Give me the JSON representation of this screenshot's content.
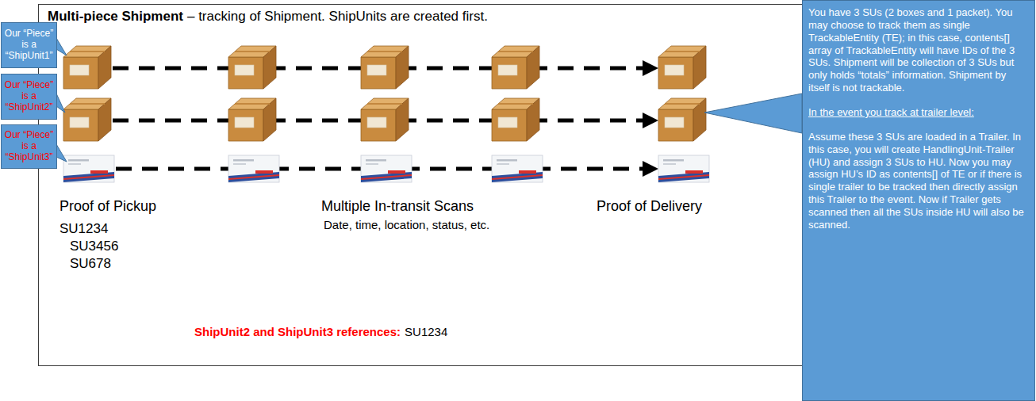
{
  "diagram": {
    "title": "Multi-piece Shipment",
    "nodes": [
      {
        "text": [
          "Our “Piece” is a “ShipUnit1”"
        ]
      },
      {
        "text": [
          "Our “Piece” is a “ShipUnit2”"
        ]
      },
      {
        "text": [
          "Our “Piece” is a “ShipUnit3”"
        ]
      },
      {
        "text": [
          "You have 3 SUs (2 boxes and 1 packet).  You may choose to track them as single TrackableEntity (TE); in this case, contents[] array of TrackableEntity will have IDs of the 3 SUs.  Shipment will be collection of 3 SUs but only holds “totals” information.  Shipment by itself is not trackable.",
          "In the event you track at trailer level:",
          "Assume these 3 SUs are loaded in a Trailer.  In this case,  you will create HandlingUnit-Trailer (HU) and assign 3 SUs to HU.  Now you may assign HU’s ID as contents[] of TE or if there is single trailer to be tracked then directly assign this Trailer to the event. Now if Trailer gets scanned then all the SUs inside HU will also be scanned."
        ]
      }
    ],
    "labels": [
      "– tracking of Shipment. ShipUnits are created first.",
      "Proof of Pickup",
      "SU1234",
      "SU3456",
      "SU678",
      "Multiple In-transit Scans",
      "Date, time, location, status, etc.",
      "Proof of Delivery",
      "ShipUnit2 and ShipUnit3 references:",
      "SU1234"
    ]
  }
}
